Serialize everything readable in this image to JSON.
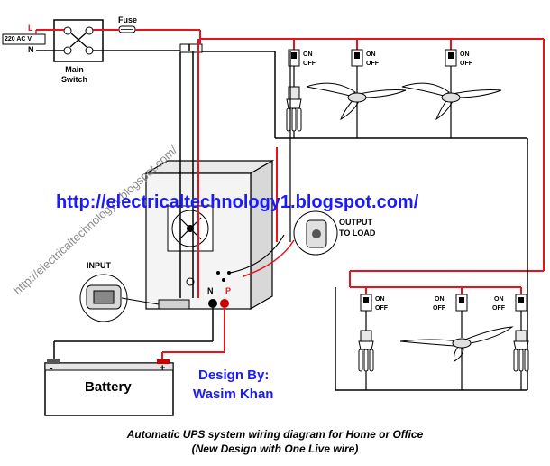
{
  "switch_panel": {
    "line_label": "L",
    "neutral_label": "N",
    "voltage_label": "220 AC V",
    "fuse_label": "Fuse",
    "main_switch_label_1": "Main",
    "main_switch_label_2": "Switch"
  },
  "switches": {
    "on": "ON",
    "off": "OFF"
  },
  "ups": {
    "input_label": "INPUT",
    "output_label_1": "OUTPUT",
    "output_label_2": "TO LOAD",
    "terminal_n": "N",
    "terminal_p": "P",
    "battery_label": "Battery",
    "plus": "+",
    "minus": "-"
  },
  "url_text": "http://electricaltechnology1.blogspot.com/",
  "watermark": "http://electricaltechnology1.blogspot.com/",
  "design_by": "Design By:",
  "author": "Wasim Khan",
  "caption_1": "Automatic UPS system wiring diagram  for Home or Office",
  "caption_2": "(New Design with One  Live wire)",
  "colors": {
    "live_wire": "#e8141c",
    "neutral_wire": "#000000",
    "text_blue": "#1a1aff"
  }
}
